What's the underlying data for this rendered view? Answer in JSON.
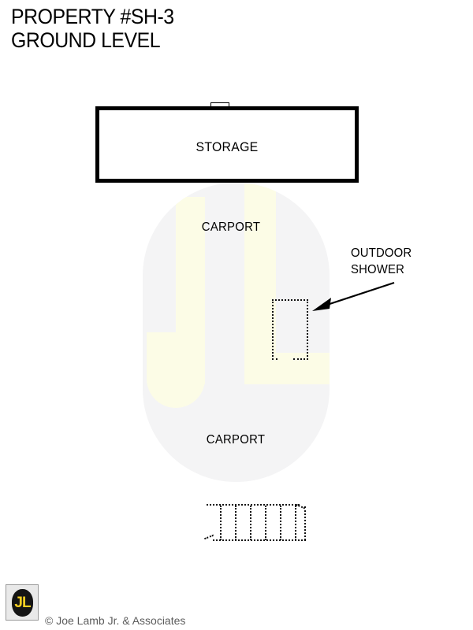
{
  "document": {
    "title_lines": [
      "PROPERTY #SH-3",
      "GROUND LEVEL"
    ]
  },
  "plan": {
    "rooms": [
      {
        "id": "storage",
        "label": "STORAGE",
        "style": "solid-wall",
        "has_door": true
      },
      {
        "id": "carport-upper",
        "label": "CARPORT",
        "style": "open"
      },
      {
        "id": "carport-lower",
        "label": "CARPORT",
        "style": "open"
      },
      {
        "id": "outdoor-shower",
        "label": "OUTDOOR SHOWER",
        "style": "dotted"
      }
    ],
    "callouts": [
      {
        "id": "outdoor-shower-callout",
        "line1": "OUTDOOR",
        "line2": "SHOWER",
        "arrow": "points-down-left"
      }
    ],
    "features": [
      {
        "id": "stairs",
        "type": "stairs",
        "style": "dotted",
        "step_count": 6
      },
      {
        "id": "storage-door",
        "type": "door",
        "style": "opening"
      }
    ],
    "watermark": {
      "text": "JL",
      "shape": "stadium",
      "fill_color": "#fcfce6",
      "background_color": "#f4f4f5"
    }
  },
  "footer": {
    "logo_text": "JL",
    "logo_color": "#f5cf22",
    "logo_background": "#141414",
    "copyright": "© Joe Lamb Jr. & Associates"
  },
  "colors": {
    "wall": "#000000",
    "text": "#000000",
    "dotted": "#111111",
    "footer_text": "#5c5c5c",
    "page_background": "#ffffff"
  }
}
